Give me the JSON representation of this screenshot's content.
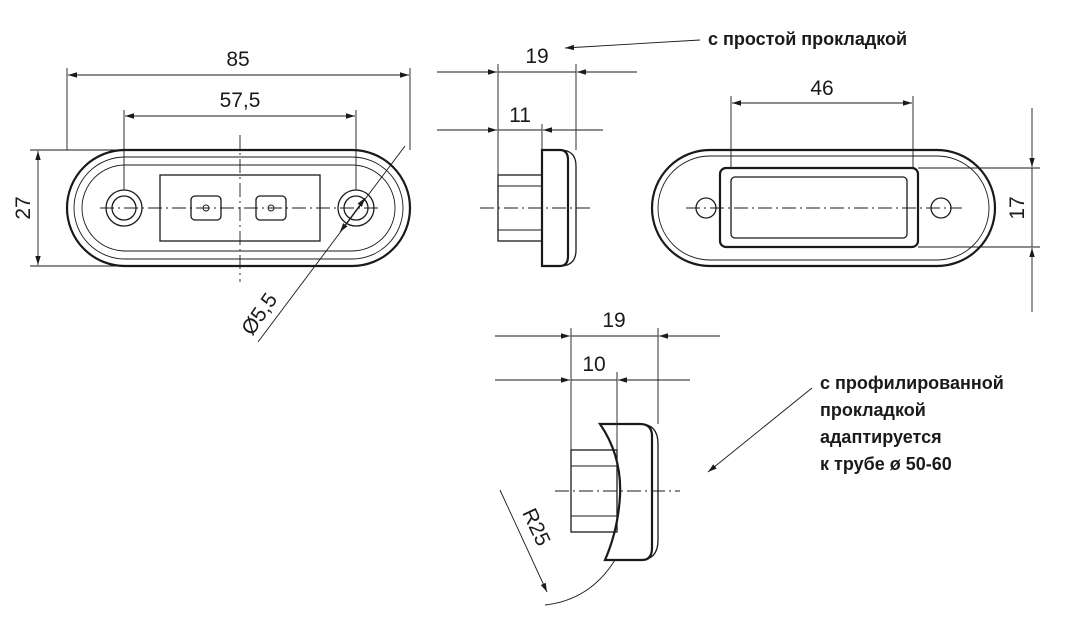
{
  "dimensions": {
    "overall_length": "85",
    "hole_spacing": "57,5",
    "overall_height": "27",
    "hole_diameter": "Ø5,5",
    "side_depth_flat": "19",
    "side_body_flat": "11",
    "window_width": "46",
    "window_height": "17",
    "side_depth_profiled": "19",
    "side_body_profiled": "10",
    "radius": "R25"
  },
  "notes": {
    "flat_gasket": "с простой прокладкой",
    "profiled_gasket": [
      "с профилированной",
      "прокладкой",
      "адаптируется",
      "к трубе ø 50-60"
    ]
  }
}
